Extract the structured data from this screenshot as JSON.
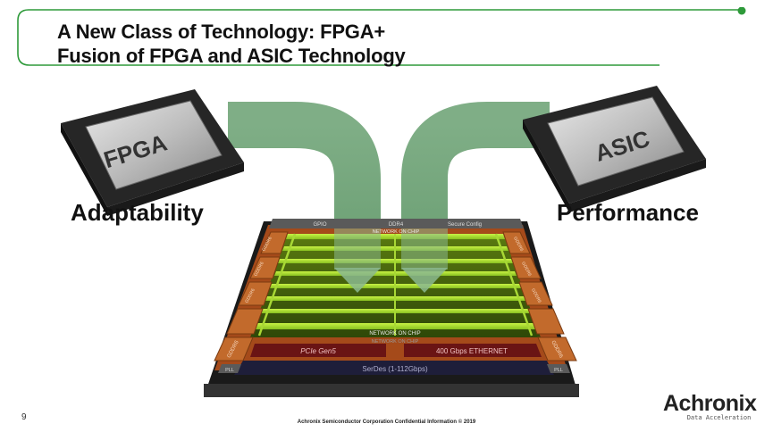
{
  "slide": {
    "title_line1": "A New Class of Technology: FPGA+",
    "title_line2": "Fusion of FPGA and ASIC Technology",
    "accent_color": "#2e9a3a"
  },
  "chips": {
    "left_label": "FPGA",
    "right_label": "ASIC"
  },
  "captions": {
    "left": "Adaptability",
    "right": "Performance"
  },
  "die": {
    "top_left": "GPIO",
    "top_center": "DDR4",
    "top_right": "Secure Config",
    "noc_top": "NETWORK ON CHIP",
    "noc_bottom": "NETWORK ON CHIP",
    "noc_bottom2": "NETWORK ON CHIP",
    "left_blocks": [
      "GDDR6",
      "GDDR6",
      "GDDR6",
      "GDDR6"
    ],
    "right_blocks": [
      "GDDR6",
      "GDDR6",
      "GDDR6",
      "GDDR6"
    ],
    "pcie": "PCIe Gen5",
    "ethernet": "400 Gbps ETHERNET",
    "serdes": "SerDes (1-112Gbps)",
    "pll_left": "PLL",
    "pll_right": "PLL"
  },
  "footer": {
    "page_number": "9",
    "confidential": "Achronix Semiconductor Corporation Confidential Information © 2019"
  },
  "brand": {
    "name": "Achronix",
    "tagline": "Data Acceleration"
  }
}
